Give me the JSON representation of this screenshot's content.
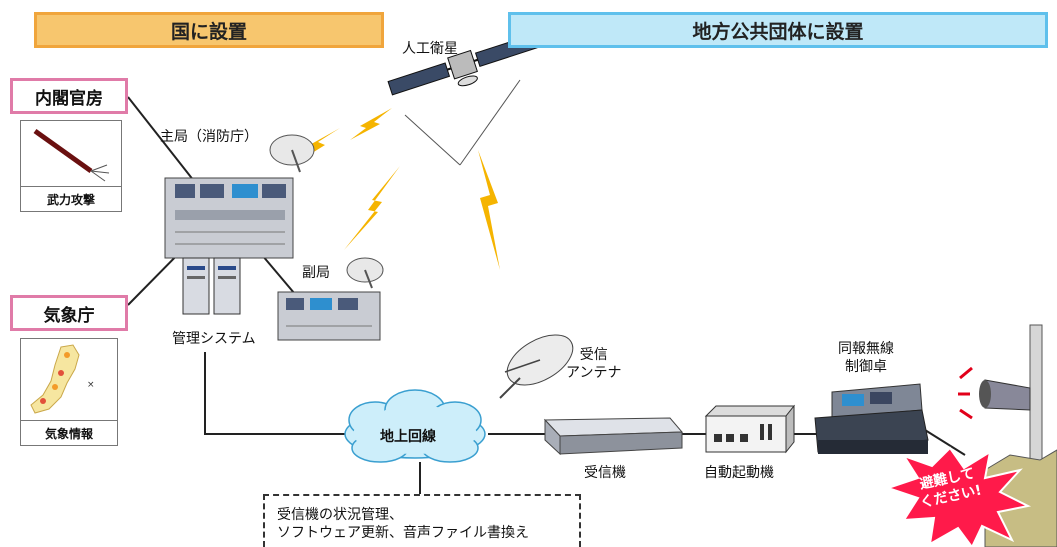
{
  "headers": {
    "national": "国に設置",
    "local": "地方公共団体に設置"
  },
  "satellite": {
    "label": "人工衛星"
  },
  "sources": {
    "cabinet": {
      "label": "内閣官房",
      "thumb_caption": "武力攻撃"
    },
    "meteo": {
      "label": "気象庁",
      "thumb_caption": "気象情報"
    }
  },
  "stations": {
    "main": "主局（消防庁）",
    "sub": "副局",
    "management": "管理システム"
  },
  "network": {
    "cloud": "地上回線"
  },
  "receiver_side": {
    "antenna_line1": "受信",
    "antenna_line2": "アンテナ",
    "receiver": "受信機",
    "auto_starter": "自動起動機",
    "console_line1": "同報無線",
    "console_line2": "制御卓"
  },
  "note": {
    "line1": "受信機の状況管理、",
    "line2": "ソフトウェア更新、音声ファイル書換え"
  },
  "evacuate": {
    "line1": "避難して",
    "line2": "ください!"
  },
  "colors": {
    "kuni_fill": "#f7c66e",
    "chiho_fill": "#bfe8f8",
    "pink_border": "#e07ba8",
    "lightning": "#f5b400",
    "burst": "#ff1a4a"
  }
}
